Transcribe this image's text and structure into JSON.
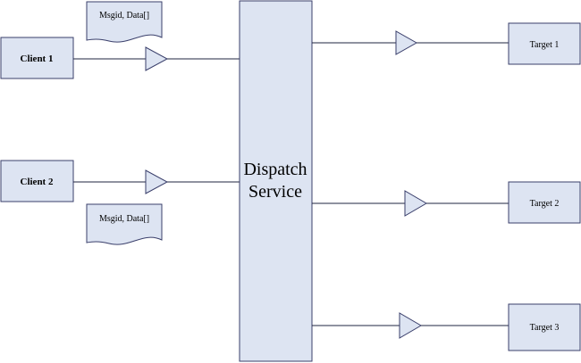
{
  "diagram": {
    "clients": [
      {
        "label": "Client 1"
      },
      {
        "label": "Client 2"
      }
    ],
    "service": {
      "line1": "Dispatch",
      "line2": "Service"
    },
    "targets": [
      {
        "label": "Target 1"
      },
      {
        "label": "Target 2"
      },
      {
        "label": "Target 3"
      }
    ],
    "messages": [
      {
        "label": "Msgid, Data[]"
      },
      {
        "label": "Msgid, Data[]"
      }
    ],
    "colors": {
      "fill": "#dde4f2",
      "stroke": "#3a3f6b",
      "line": "#1f2440"
    }
  }
}
